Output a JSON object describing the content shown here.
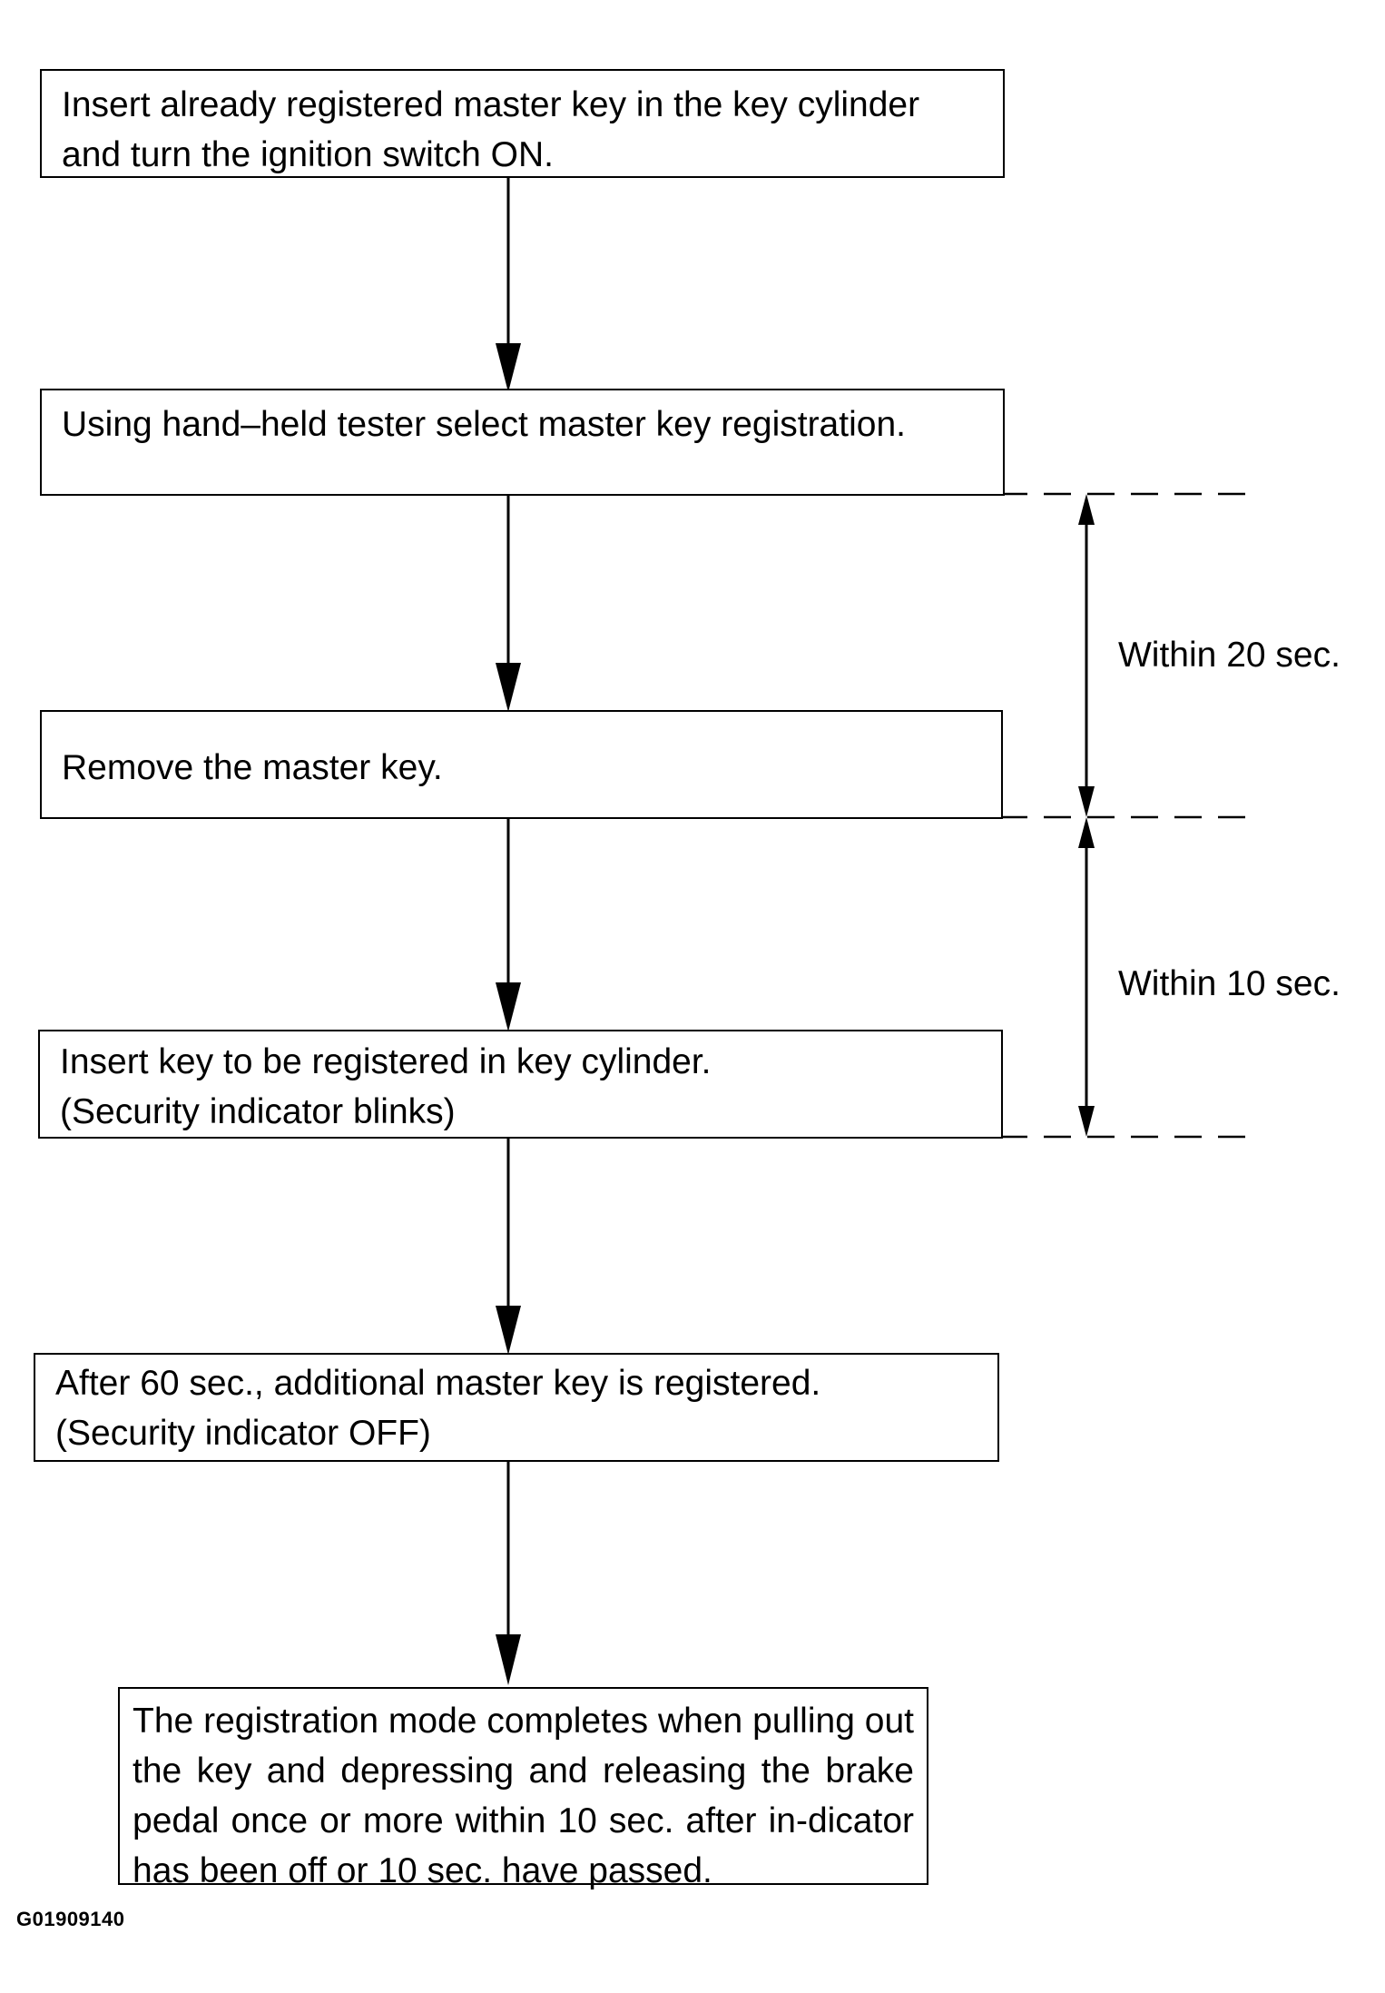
{
  "steps": [
    {
      "lines": [
        "Insert already registered master key in the key cylinder",
        "and turn the ignition switch ON."
      ]
    },
    {
      "lines": [
        "Using hand–held tester select master key registration."
      ]
    },
    {
      "lines": [
        "Remove the master key."
      ]
    },
    {
      "lines": [
        "Insert key to be registered in key cylinder.",
        "(Security indicator blinks)"
      ]
    },
    {
      "lines": [
        "After 60 sec., additional master key is registered.",
        "(Security indicator OFF)"
      ]
    },
    {
      "text": "The registration mode completes when pulling out the key and depressing and releasing the brake pedal once or more within 10 sec. after in-dicator has been off or 10 sec. have passed."
    }
  ],
  "timing": [
    {
      "label": "Within 20 sec."
    },
    {
      "label": "Within 10 sec."
    }
  ],
  "figure_code": "G01909140"
}
